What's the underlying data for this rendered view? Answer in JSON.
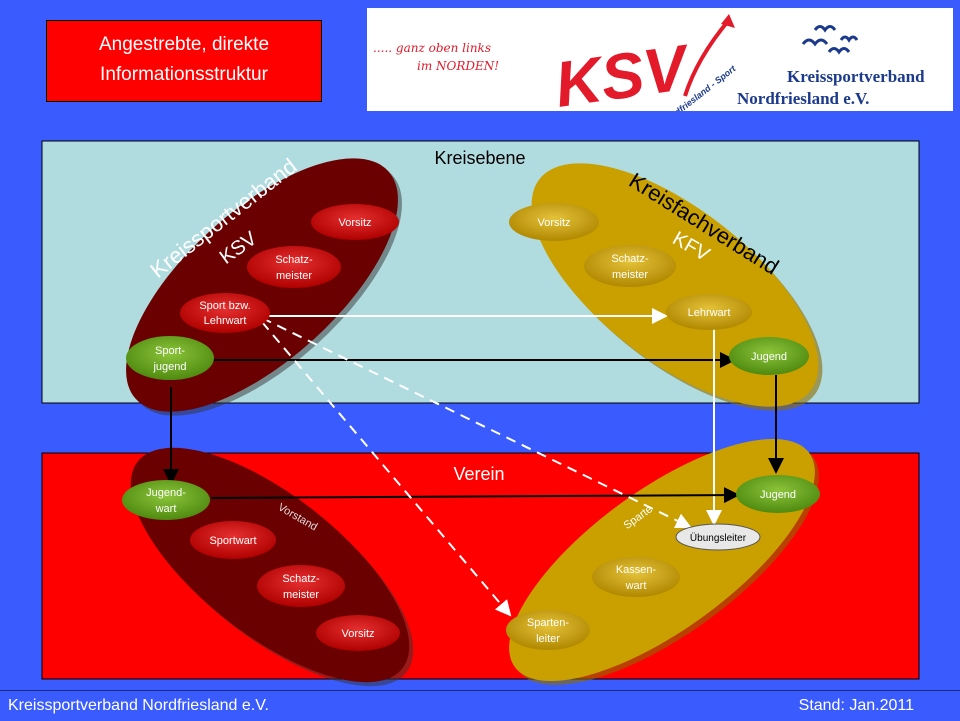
{
  "header": {
    "title_line1": "Angestrebte, direkte",
    "title_line2": "Informationsstruktur"
  },
  "logo": {
    "slogan_line1": "..... ganz oben links",
    "slogan_line2": "im NORDEN!",
    "wordmark": "KSV",
    "tagline": "Nordfriesland - Sport",
    "org_line1": "Kreissportverband",
    "org_line2": "Nordfriesland e.V.",
    "bird_icon": "flying-birds-icon",
    "red_color": "#e21a2a",
    "blue_color": "#1c3a8c"
  },
  "kreisebene": {
    "label": "Kreisebene",
    "background": "#b0dce0",
    "ksv": {
      "label": "Kreissportverband",
      "abbr": "KSV",
      "color": "#6b0000",
      "roles": {
        "vorsitz": "Vorsitz",
        "schatzmeister_1": "Schatz-",
        "schatzmeister_2": "meister",
        "lehrwart_1": "Sport bzw.",
        "lehrwart_2": "Lehrwart",
        "sportjugend_1": "Sport-",
        "sportjugend_2": "jugend"
      }
    },
    "kfv": {
      "label": "Kreisfachverband",
      "abbr": "KFV",
      "color": "#c9a000",
      "roles": {
        "vorsitz": "Vorsitz",
        "schatzmeister_1": "Schatz-",
        "schatzmeister_2": "meister",
        "lehrwart": "Lehrwart",
        "jugend": "Jugend"
      }
    }
  },
  "verein": {
    "label": "Verein",
    "background": "#ff0000",
    "vorstand": {
      "label": "Vorstand",
      "roles": {
        "jugendwart_1": "Jugend-",
        "jugendwart_2": "wart",
        "sportwart": "Sportwart",
        "schatzmeister_1": "Schatz-",
        "schatzmeister_2": "meister",
        "vorsitz": "Vorsitz"
      }
    },
    "sparte": {
      "label": "Sparte",
      "roles": {
        "jugend": "Jugend",
        "uebungsleiter": "Übungsleiter",
        "kassenwart_1": "Kassen-",
        "kassenwart_2": "wart",
        "spartenleiter_1": "Sparten-",
        "spartenleiter_2": "leiter"
      }
    }
  },
  "footer": {
    "left": "Kreissportverband Nordfriesland e.V.",
    "right": "Stand: Jan.2011"
  }
}
